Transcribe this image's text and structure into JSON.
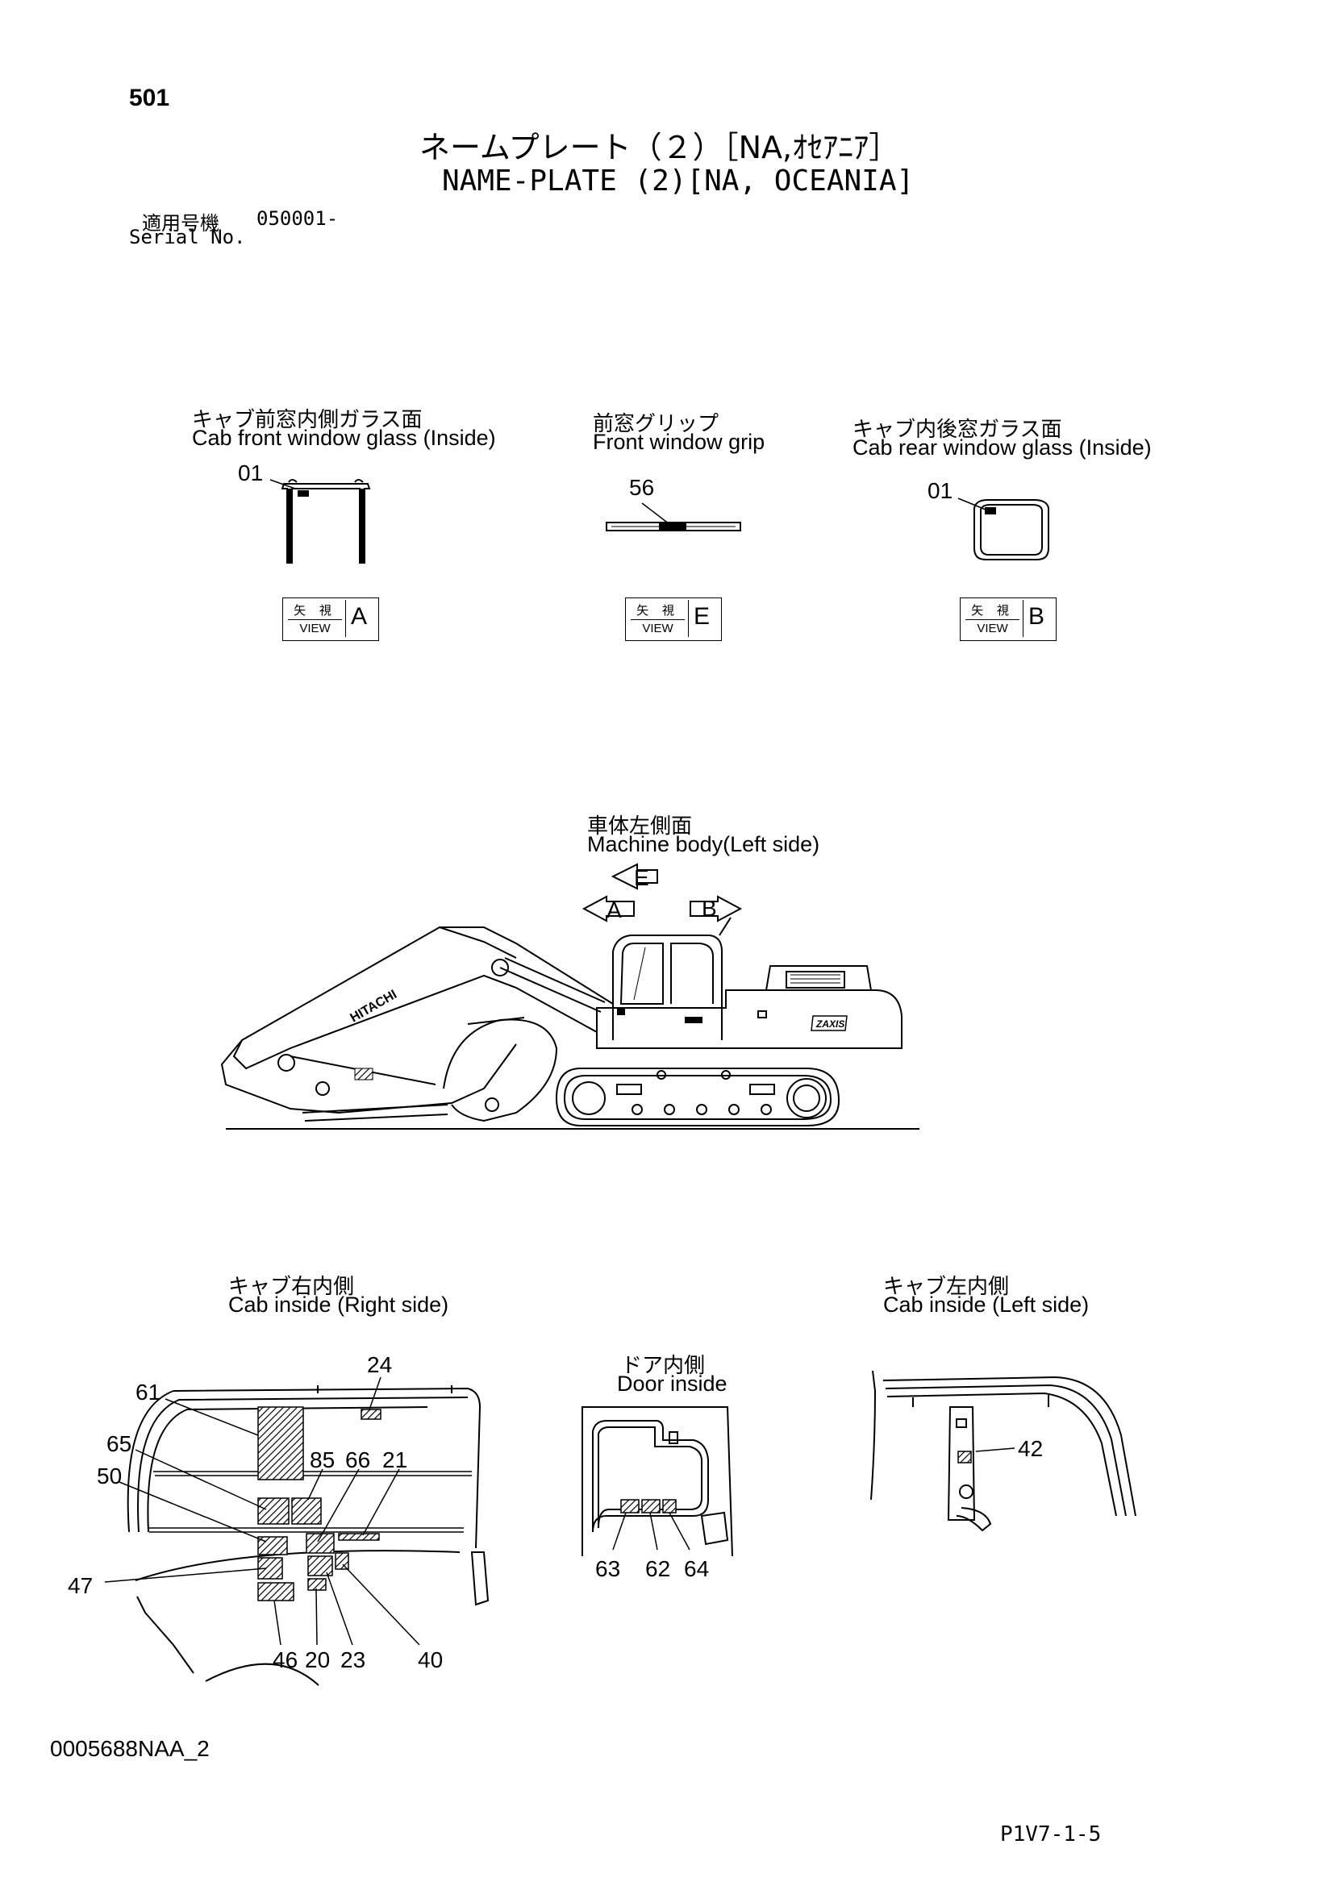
{
  "header": {
    "page_number": "501",
    "title_jp": "ネームプレート（２）［NA,ｵｾｱﾆｱ］",
    "title_en": "NAME-PLATE (2)[NA, OCEANIA]",
    "serial_label_jp": "適用号機",
    "serial_range": "050001-",
    "serial_label_en": "Serial No."
  },
  "views": {
    "cab_front_window": {
      "title_jp": "キャブ前窓内側ガラス面",
      "title_en": "Cab front window glass (Inside)",
      "part": "01"
    },
    "front_window_grip": {
      "title_jp": "前窓グリップ",
      "title_en": "Front window grip",
      "part": "56"
    },
    "cab_rear_window": {
      "title_jp": "キャブ内後窓ガラス面",
      "title_en": "Cab rear window glass (Inside)",
      "part": "01"
    },
    "view_boxes": [
      {
        "jp": "矢 視",
        "en": "VIEW",
        "letter": "A"
      },
      {
        "jp": "矢 視",
        "en": "VIEW",
        "letter": "E"
      },
      {
        "jp": "矢 視",
        "en": "VIEW",
        "letter": "B"
      }
    ],
    "machine_body": {
      "title_jp": "車体左側面",
      "title_en": "Machine body(Left side)",
      "arrows": [
        "E",
        "A",
        "B"
      ],
      "brand": "HITACHI",
      "model_badge": "ZAXIS"
    },
    "cab_inside_right": {
      "title_jp": "キャブ右内側",
      "title_en": "Cab inside (Right side)",
      "callouts": [
        "24",
        "61",
        "65",
        "85",
        "66",
        "21",
        "50",
        "47",
        "46",
        "20",
        "23",
        "40"
      ]
    },
    "door_inside": {
      "title_jp": "ドア内側",
      "title_en": "Door inside",
      "callouts": [
        "63",
        "62",
        "64"
      ]
    },
    "cab_inside_left": {
      "title_jp": "キャブ左内側",
      "title_en": "Cab inside (Left side)",
      "callouts": [
        "42"
      ]
    }
  },
  "footer": {
    "drawing_id": "0005688NAA_2",
    "page_code": "P1V7-1-5"
  },
  "colors": {
    "ink": "#000000",
    "paper": "#ffffff"
  }
}
